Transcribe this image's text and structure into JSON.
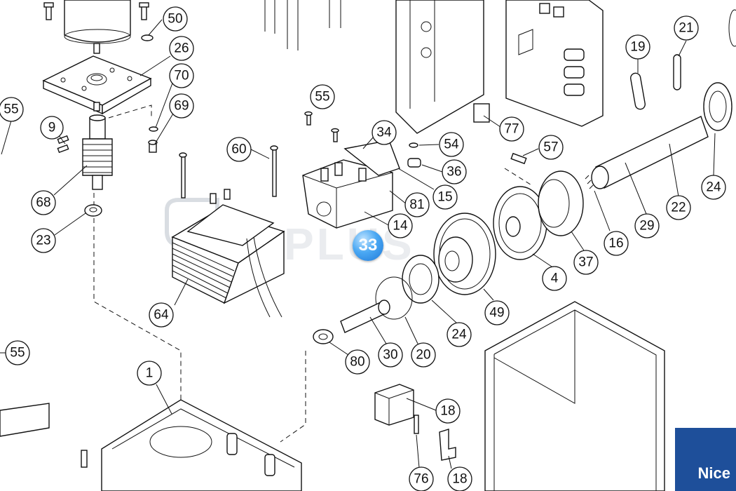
{
  "page_badge": "33",
  "watermark_text": "PLUS",
  "brand_logo": "Nice",
  "part_callouts": [
    "50",
    "26",
    "70",
    "69",
    "9",
    "68",
    "23",
    "55",
    "60",
    "64",
    "55",
    "34",
    "54",
    "36",
    "15",
    "81",
    "14",
    "57",
    "19",
    "21",
    "22",
    "29",
    "24",
    "16",
    "37",
    "4",
    "49",
    "24",
    "20",
    "30",
    "80",
    "18",
    "18",
    "76",
    "1",
    "55",
    "77"
  ]
}
